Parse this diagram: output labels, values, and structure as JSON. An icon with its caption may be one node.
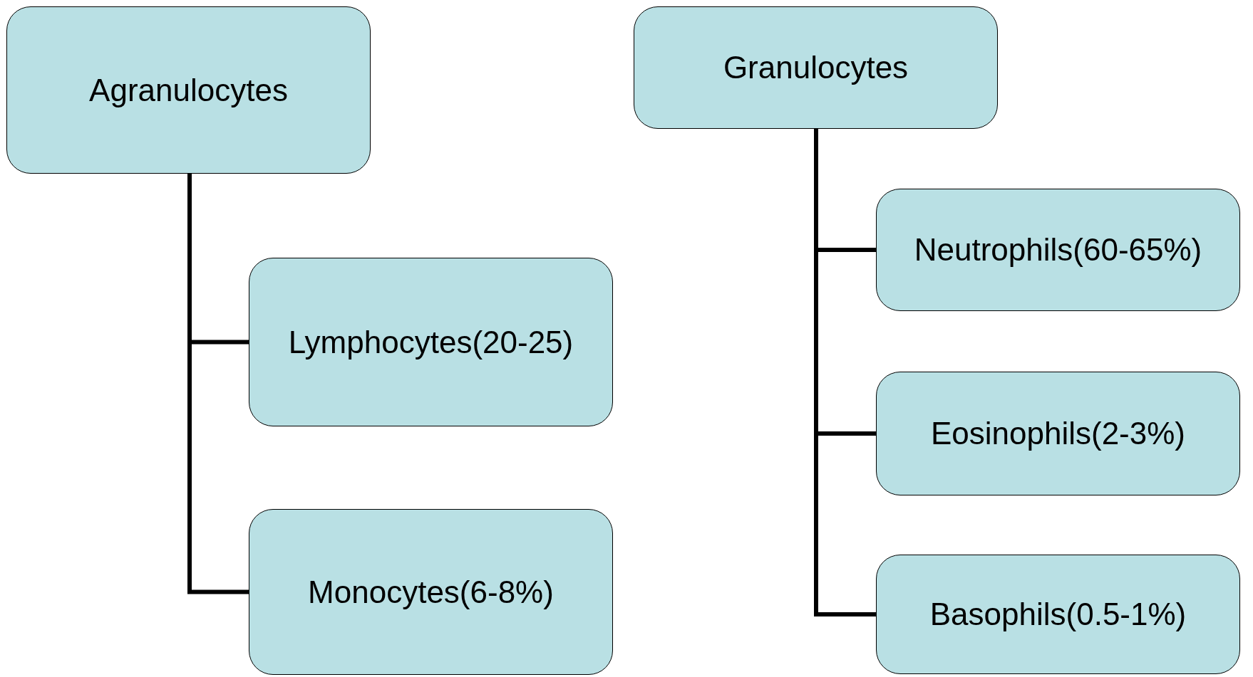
{
  "diagram": {
    "nodes": [
      {
        "text": [
          "Agranulocytes"
        ]
      },
      {
        "text": [
          "Lymphocytes(20-25)"
        ]
      },
      {
        "text": [
          "Monocytes(6-8%)"
        ]
      },
      {
        "text": [
          "Granulocytes"
        ]
      },
      {
        "text": [
          "Neutrophils(60-65%)"
        ]
      },
      {
        "text": [
          "Eosinophils(2-3%)"
        ]
      },
      {
        "text": [
          "Basophils(0.5-1%)"
        ]
      }
    ],
    "edges": [
      {
        "from": 0,
        "to": 1,
        "arrow": "none"
      },
      {
        "from": 0,
        "to": 2,
        "arrow": "none"
      },
      {
        "from": 3,
        "to": 4,
        "arrow": "none"
      },
      {
        "from": 3,
        "to": 5,
        "arrow": "none"
      },
      {
        "from": 3,
        "to": 6,
        "arrow": "none"
      }
    ]
  }
}
